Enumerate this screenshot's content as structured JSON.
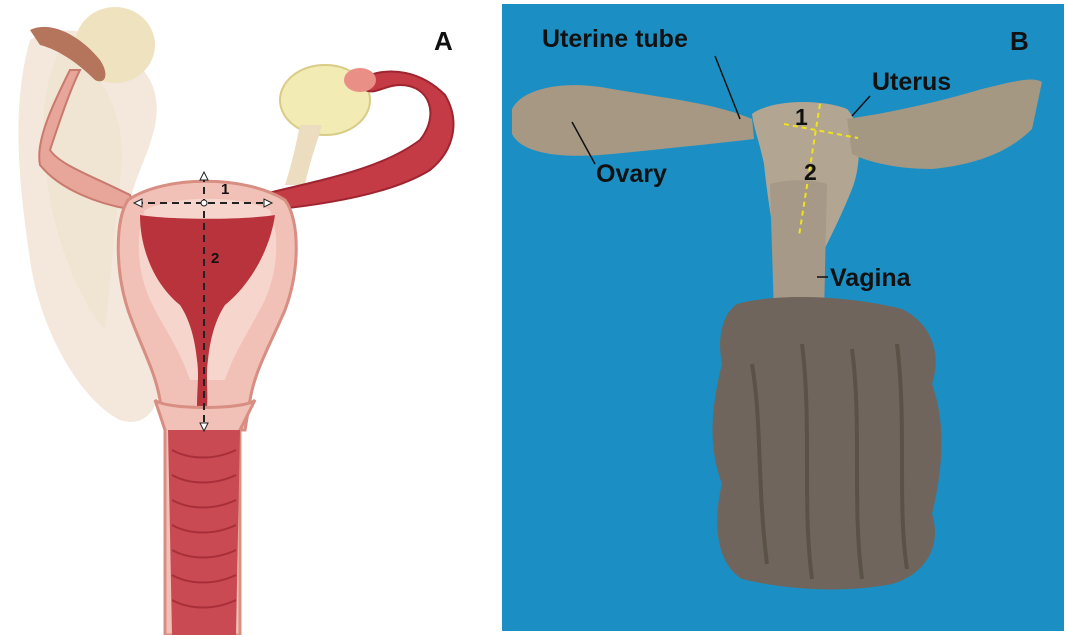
{
  "panel_a": {
    "letter": "A",
    "measure_1": "1",
    "measure_2": "2"
  },
  "panel_b": {
    "letter": "B",
    "labels": {
      "uterine_tube": "Uterine tube",
      "uterus": "Uterus",
      "ovary": "Ovary",
      "vagina": "Vagina"
    },
    "measure_1": "1",
    "measure_2": "2"
  },
  "colors": {
    "photo_background": "#1b8fc4",
    "tissue": "#a89a86",
    "uterus_wall": "#e9a9a1",
    "cavity": "#b8333b",
    "measure_line_b": "#f2e21a"
  }
}
